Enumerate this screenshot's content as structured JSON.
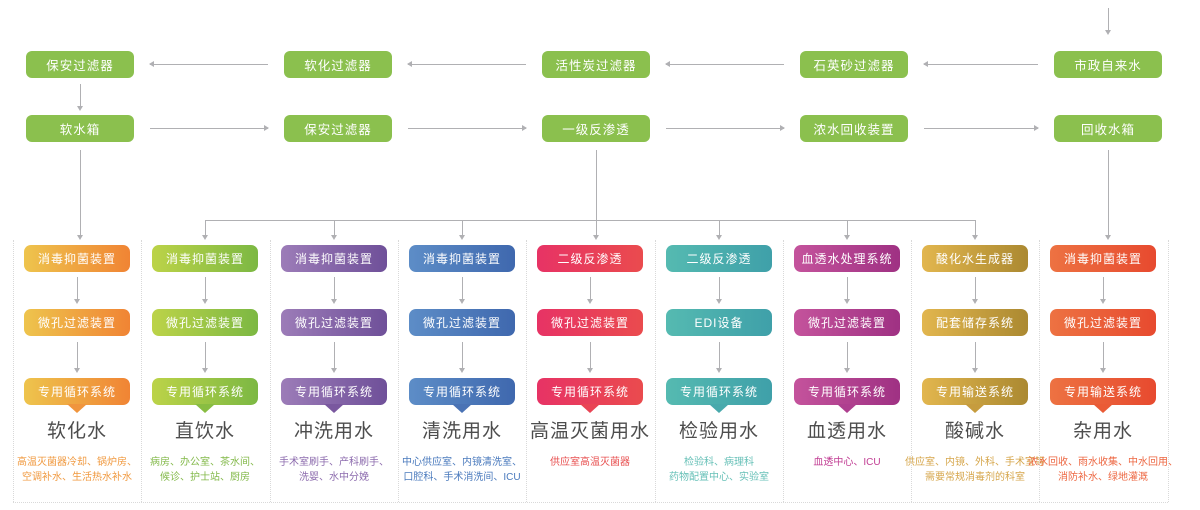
{
  "colors": {
    "background": "#ffffff",
    "flow_box": "#8bc04e",
    "arrow": "#b0b0b3",
    "separator": "#d9d9d9",
    "title_text": "#4d4d4d",
    "box_text": "#ffffff"
  },
  "flow": {
    "row1": [
      "保安过滤器",
      "软化过滤器",
      "活性炭过滤器",
      "石英砂过滤器",
      "市政自来水"
    ],
    "row2": [
      "软水箱",
      "保安过滤器",
      "一级反渗透",
      "浓水回收装置",
      "回收水箱"
    ]
  },
  "columns": [
    {
      "id": "softened-water",
      "boxes": [
        "消毒抑菌装置",
        "微孔过滤装置",
        "专用循环系统"
      ],
      "title": "软化水",
      "desc_lines": [
        "高温灭菌器冷却、锅炉房、",
        "空调补水、生活热水补水"
      ],
      "gradient_from": "#eec44d",
      "gradient_to": "#f08434",
      "tail_color": "#f0953d",
      "desc_color": "#f0993f"
    },
    {
      "id": "direct-drinking-water",
      "boxes": [
        "消毒抑菌装置",
        "微孔过滤装置",
        "专用循环系统"
      ],
      "title": "直饮水",
      "desc_lines": [
        "病房、办公室、茶水间、",
        "候诊、护士站、厨房"
      ],
      "gradient_from": "#bcd348",
      "gradient_to": "#7cb843",
      "tail_color": "#88bd42",
      "desc_color": "#83b94a"
    },
    {
      "id": "flushing-water",
      "boxes": [
        "消毒抑菌装置",
        "微孔过滤装置",
        "专用循环系统"
      ],
      "title": "冲洗用水",
      "desc_lines": [
        "手术室刷手、产科刷手、",
        "洗婴、水中分娩"
      ],
      "gradient_from": "#9c7cb8",
      "gradient_to": "#6f5099",
      "tail_color": "#7a589f",
      "desc_color": "#8d6cae"
    },
    {
      "id": "cleaning-water",
      "boxes": [
        "消毒抑菌装置",
        "微孔过滤装置",
        "专用循环系统"
      ],
      "title": "清洗用水",
      "desc_lines": [
        "中心供应室、内镜清洗室、",
        "口腔科、手术消洗间、ICU"
      ],
      "gradient_from": "#5d8dc7",
      "gradient_to": "#3f68ae",
      "tail_color": "#4a73b5",
      "desc_color": "#4a7abd"
    },
    {
      "id": "high-temp-sterilization-water",
      "boxes": [
        "二级反渗透",
        "微孔过滤装置",
        "专用循环系统"
      ],
      "title": "高温灭菌用水",
      "desc_lines": [
        "供应室高温灭菌器"
      ],
      "gradient_from": "#e73365",
      "gradient_to": "#ea4b4e",
      "tail_color": "#e94455",
      "desc_color": "#e85050"
    },
    {
      "id": "laboratory-water",
      "boxes": [
        "二级反渗透",
        "EDI设备",
        "专用循环系统"
      ],
      "title": "检验用水",
      "desc_lines": [
        "检验科、病理科",
        "药物配置中心、实验室"
      ],
      "gradient_from": "#55bab1",
      "gradient_to": "#3fa0a9",
      "tail_color": "#48a9ac",
      "desc_color": "#68c1b8"
    },
    {
      "id": "hemodialysis-water",
      "boxes": [
        "血透水处理系统",
        "微孔过滤装置",
        "专用循环系统"
      ],
      "title": "血透用水",
      "desc_lines": [
        "血透中心、ICU"
      ],
      "gradient_from": "#c4539c",
      "gradient_to": "#9f3183",
      "tail_color": "#ae3f8f",
      "desc_color": "#c13d93"
    },
    {
      "id": "acid-alkaline-water",
      "boxes": [
        "酸化水生成器",
        "配套储存系统",
        "专用输送系统"
      ],
      "title": "酸碱水",
      "desc_lines": [
        "供应室、内镜、外科、手术室等",
        "需要常规消毒剂的科室"
      ],
      "gradient_from": "#e2b64e",
      "gradient_to": "#ab8931",
      "tail_color": "#c69c3e",
      "desc_color": "#d6a64b"
    },
    {
      "id": "miscellaneous-water",
      "boxes": [
        "消毒抑菌装置",
        "微孔过滤装置",
        "专用输送系统"
      ],
      "title": "杂用水",
      "desc_lines": [
        "浓水回收、雨水收集、中水回用、",
        "消防补水、绿地灌溉"
      ],
      "gradient_from": "#ed7242",
      "gradient_to": "#e74a2f",
      "tail_color": "#ea5b36",
      "desc_color": "#ed6742"
    }
  ]
}
